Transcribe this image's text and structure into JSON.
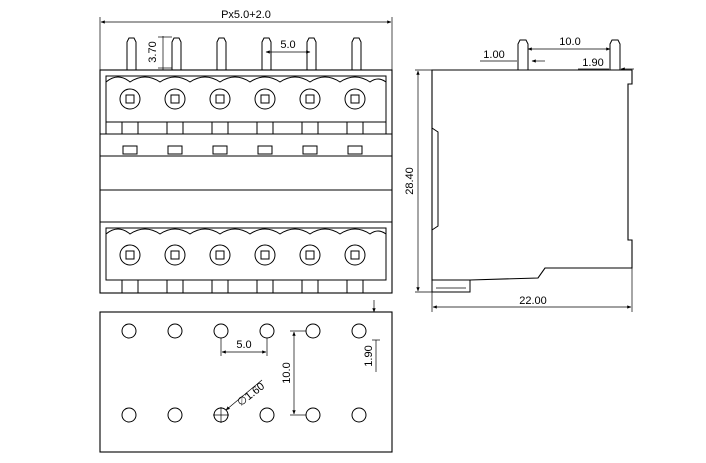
{
  "front_view": {
    "overall_width": "Px5.0+2.0",
    "pin_height": "3.70",
    "pitch": "5.0",
    "pin_count": 6
  },
  "side_view": {
    "pin_spacing": "10.0",
    "pin_offset_left": "1.00",
    "pin_offset_right": "1.90",
    "height": "28.40",
    "depth": "22.00"
  },
  "pcb_layout": {
    "pitch": "5.0",
    "row_spacing": "10.0",
    "row_offset": "1.90",
    "hole_diameter": "∅1.60",
    "holes_per_row": 6
  }
}
